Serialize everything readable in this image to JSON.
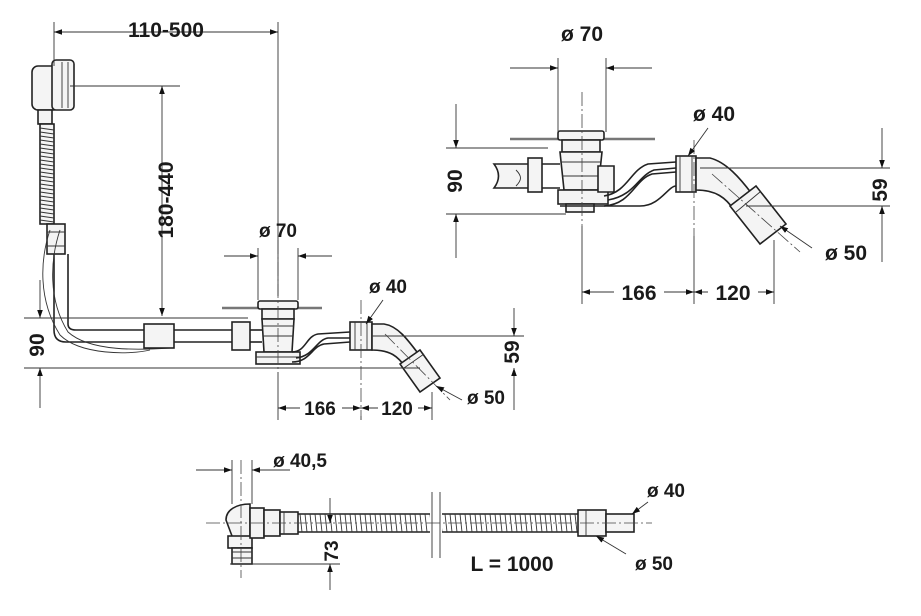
{
  "dims": {
    "main": {
      "width_range": "110-500",
      "height_range": "180-440",
      "dia_70": "ø 70",
      "dia_40": "ø 40",
      "dia_50": "ø 50",
      "h_90": "90",
      "h_59": "59",
      "d_166": "166",
      "d_120": "120"
    },
    "side": {
      "dia_70": "ø 70",
      "dia_40": "ø 40",
      "dia_50": "ø 50",
      "h_90": "90",
      "h_59": "59",
      "d_166": "166",
      "d_120": "120"
    },
    "hose": {
      "dia_405": "ø 40,5",
      "dia_40": "ø 40",
      "dia_50": "ø 50",
      "h_73": "73",
      "length": "L = 1000"
    }
  }
}
